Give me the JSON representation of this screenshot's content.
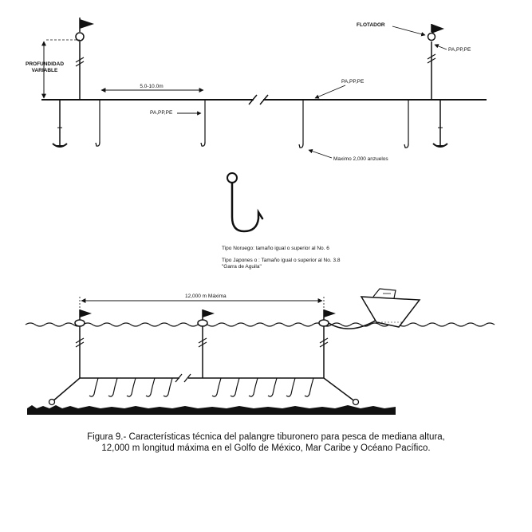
{
  "top_diagram": {
    "float_label": "FLOTADOR",
    "depth_label_line1": "PROFUNDIDAD",
    "depth_label_line2": "VARIABLE",
    "spacing_label": "5.0-10.0m",
    "material_label_left": "PA,PP,PE",
    "material_label_center": "PA,PP,PE",
    "material_label_right": "PA,PP,PE",
    "hooks_label": "Maximo 2,000 anzuelos"
  },
  "hook_detail": {
    "norwegian_label": "Tipo Noruego: tamaño igual o superior al No. 6",
    "japanese_label_line1": "Tipo Japones o : Tamaño igual o superior al No. 3.8",
    "japanese_label_line2": "\"Garra de Aguila\""
  },
  "bottom_diagram": {
    "length_label": "12,000 m Máxima"
  },
  "caption": {
    "line1": "Figura 9.- Características técnica del palangre tiburonero para pesca de mediana altura,",
    "line2": "12,000 m longitud máxima en el Golfo de México, Mar Caribe y Océano Pacífico."
  }
}
